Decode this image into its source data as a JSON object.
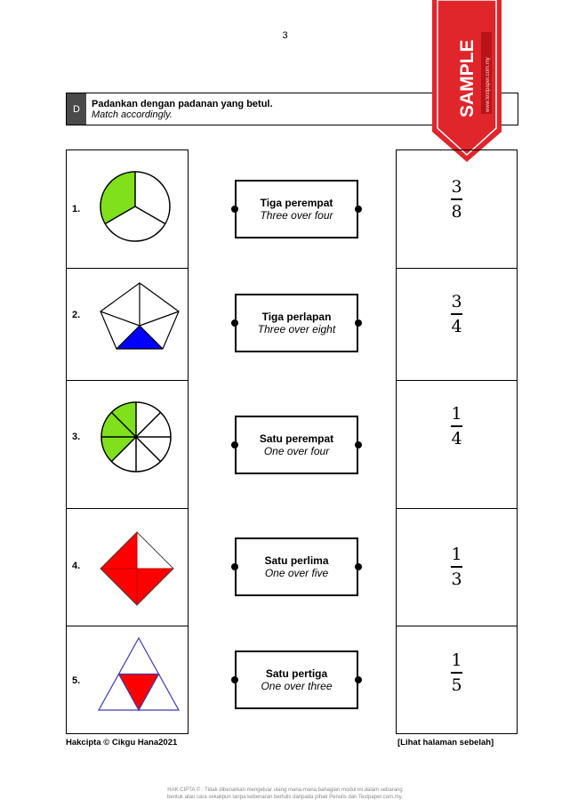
{
  "page_number": "3",
  "section": {
    "letter": "D",
    "instruction_ms": "Padankan dengan padanan yang betul.",
    "instruction_en": "Match accordingly."
  },
  "stamp": {
    "label": "SAMPLE",
    "sub_label": "www.testpaper.com.my",
    "color": "#e0252b"
  },
  "rows": [
    {
      "number": "1.",
      "shape": "circle-thirds",
      "shaded": "1/3",
      "fill_color": "#7fe01b",
      "word_ms": "Tiga perempat",
      "word_en": "Three over four",
      "numerator": "3",
      "denominator": "8"
    },
    {
      "number": "2.",
      "shape": "pentagon-fifths",
      "shaded": "1/5",
      "fill_color": "#0000ff",
      "word_ms": "Tiga perlapan",
      "word_en": "Three over eight",
      "numerator": "3",
      "denominator": "4"
    },
    {
      "number": "3.",
      "shape": "circle-eighths",
      "shaded": "3/8",
      "fill_color": "#7fe01b",
      "word_ms": "Satu perempat",
      "word_en": "One over four",
      "numerator": "1",
      "denominator": "4"
    },
    {
      "number": "4.",
      "shape": "diamond-quarters",
      "shaded": "3/4",
      "fill_color": "#ff0000",
      "word_ms": "Satu perlima",
      "word_en": "One over five",
      "numerator": "1",
      "denominator": "3"
    },
    {
      "number": "5.",
      "shape": "triangle-quarters",
      "shaded": "1/4",
      "fill_color": "#ff0000",
      "word_ms": "Satu pertiga",
      "word_en": "One over three",
      "numerator": "1",
      "denominator": "5"
    }
  ],
  "footer": {
    "copyright": "Hakcipta © Cikgu Hana2021",
    "next_page": "[Lihat halaman sebelah]",
    "disclaimer_line1": "HAK CIPTA © : Tidak dibenarkan mengeluar ulang mana-mana bahagian modul ini dalam sebarang",
    "disclaimer_line2": "bentuk atau cara sekalipun tanpa kebenaran bertulis daripada pihak Penulis dan Testpaper.com.my."
  }
}
